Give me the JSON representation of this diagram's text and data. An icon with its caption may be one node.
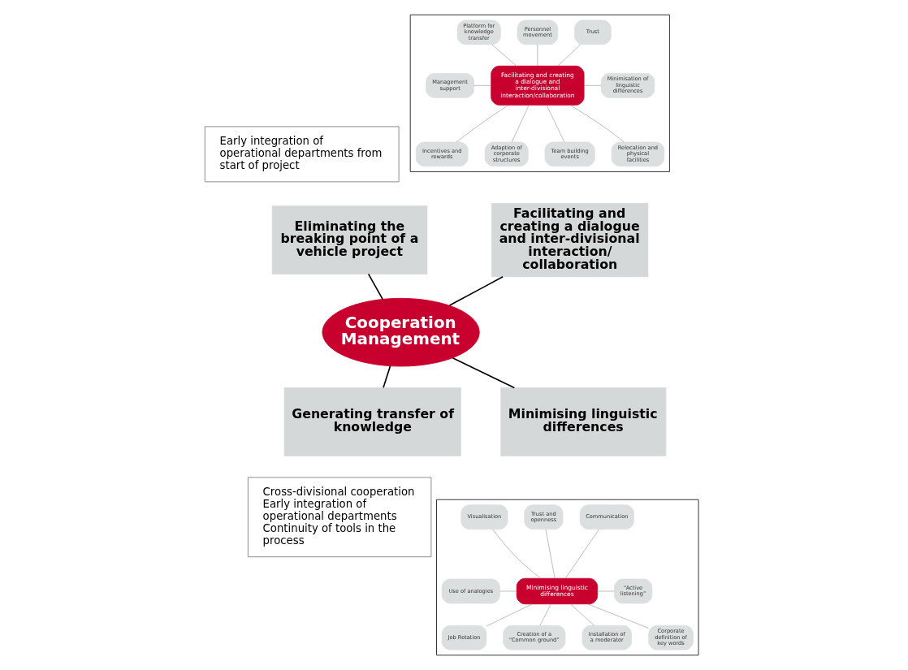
{
  "diagram": {
    "nodes": [
      {
        "text": [
          "Cooperation Management"
        ]
      },
      {
        "text": [
          "Eliminating the breaking point of a vehicle project"
        ]
      },
      {
        "text": [
          "Facilitating and creating a dialogue and inter-divisional interaction/ collaboration"
        ]
      },
      {
        "text": [
          "Generating transfer of knowledge"
        ]
      },
      {
        "text": [
          "Minimising linguistic differences"
        ]
      },
      {
        "text": [
          "Early integration of operational departments from start of project"
        ]
      },
      {
        "text": [],
        "shape": "box"
      },
      {
        "text": [
          "Facilitating and creating a dialogue and inter-divisional interaction/collaboration"
        ],
        "in": 6
      },
      {
        "text": [
          "Trust"
        ],
        "in": 6
      },
      {
        "text": [
          "Personnel movement"
        ],
        "in": 6
      },
      {
        "text": [
          "Platform for knowledge transfer"
        ],
        "in": 6
      },
      {
        "text": [
          "Management support"
        ],
        "in": 6
      },
      {
        "text": [
          "Minimisation of linguistic differences"
        ],
        "in": 6
      },
      {
        "text": [
          "Incentives and rewards"
        ],
        "in": 6
      },
      {
        "text": [
          "Adaption of corporate structures"
        ],
        "in": 6
      },
      {
        "text": [
          "Team building events"
        ],
        "in": 6
      },
      {
        "text": [
          "Relocation and physical facilities"
        ],
        "in": 6
      },
      {
        "text": [
          "Cross-divisional cooperation",
          "Early integration of operational departments",
          "Continuity of tools in the process"
        ]
      },
      {
        "text": [],
        "shape": "box"
      },
      {
        "text": [
          "Minimising linguistic differences"
        ],
        "in": 18
      },
      {
        "text": [
          "Communication"
        ],
        "in": 18
      },
      {
        "text": [
          "Trust and openness"
        ],
        "in": 18
      },
      {
        "text": [
          "Visualisation"
        ],
        "in": 18
      },
      {
        "text": [
          "Use of analogies"
        ],
        "in": 18
      },
      {
        "text": [
          "“Active listening”"
        ],
        "in": 18
      },
      {
        "text": [
          "Job Rotation"
        ],
        "in": 18
      },
      {
        "text": [
          "Creation of a “Common ground”"
        ],
        "in": 18
      },
      {
        "text": [
          "Installation of a moderator"
        ],
        "in": 18
      },
      {
        "text": [
          "Corporate definition of key words"
        ],
        "in": 18
      }
    ],
    "edges": [
      {
        "from": 1,
        "to": 0,
        "arrow": "none",
        "color": "#000000"
      },
      {
        "from": 2,
        "to": 0,
        "arrow": "none",
        "color": "#000000"
      },
      {
        "from": 0,
        "to": 3,
        "arrow": "none",
        "color": "#000000"
      },
      {
        "from": 0,
        "to": 4,
        "arrow": "none",
        "color": "#000000"
      },
      {
        "from": 8,
        "to": 7,
        "arrow": "none"
      },
      {
        "from": 9,
        "to": 7,
        "arrow": "none"
      },
      {
        "from": 10,
        "to": 7,
        "arrow": "none"
      },
      {
        "from": 11,
        "to": 7,
        "arrow": "none"
      },
      {
        "from": 7,
        "to": 12,
        "arrow": "none"
      },
      {
        "from": 7,
        "to": 13,
        "arrow": "none"
      },
      {
        "from": 7,
        "to": 14,
        "arrow": "none"
      },
      {
        "from": 7,
        "to": 15,
        "arrow": "none"
      },
      {
        "from": 7,
        "to": 16,
        "arrow": "none"
      },
      {
        "from": 20,
        "to": 19,
        "arrow": "none"
      },
      {
        "from": 21,
        "to": 19,
        "arrow": "none"
      },
      {
        "from": 22,
        "to": 19,
        "arrow": "none"
      },
      {
        "from": 23,
        "to": 19,
        "arrow": "none"
      },
      {
        "from": 19,
        "to": 24,
        "arrow": "none"
      },
      {
        "from": 19,
        "to": 25,
        "arrow": "none"
      },
      {
        "from": 19,
        "to": 26,
        "arrow": "none"
      },
      {
        "from": 19,
        "to": 27,
        "arrow": "none"
      },
      {
        "from": 19,
        "to": 28,
        "arrow": "none"
      }
    ]
  }
}
